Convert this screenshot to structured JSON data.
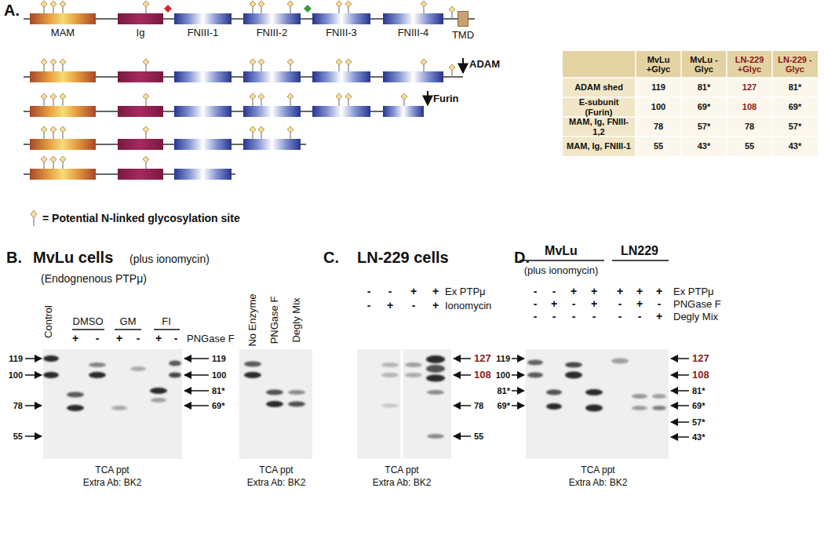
{
  "diagram": {
    "nodes": [
      {
        "text": [
          "MAM"
        ]
      },
      {
        "text": [
          "Ig"
        ]
      },
      {
        "text": [
          "FNIII-1"
        ]
      },
      {
        "text": [
          "FNIII-2"
        ]
      },
      {
        "text": [
          "FNIII-3"
        ]
      },
      {
        "text": [
          "FNIII-4"
        ]
      },
      {
        "text": [
          "TMD"
        ]
      }
    ],
    "labels": [
      "A.",
      "ADAM",
      "Furin",
      "MvLu +Glyc",
      "MvLu -Glyc",
      "LN-229 +Glyc",
      "LN-229 -Glyc",
      "ADAM shed",
      "119",
      "81*",
      "127",
      "81*",
      "E-subunit (Furin)",
      "100",
      "69*",
      "108",
      "69*",
      "MAM, Ig, FNIII-1,2",
      "78",
      "57*",
      "78",
      "57*",
      "MAM, Ig, FNIII-1",
      "55",
      "43*",
      "55",
      "43*",
      "B.",
      "MvLu cells",
      "(plus ionomycin)",
      "(Endognenous PTPμ)",
      "Control",
      "DMSO",
      "GM",
      "FI",
      "+",
      "-",
      "+",
      "-",
      "+",
      "-",
      "PNGase F",
      "No Enzyme",
      "PNGase F",
      "Degly Mix",
      "119",
      "100",
      "78",
      "55",
      "119",
      "100",
      "81*",
      "69*",
      "TCA ppt",
      "Extra Ab: BK2",
      "TCA ppt",
      "Extra Ab: BK2",
      "C.",
      "LN-229 cells",
      "-",
      "-",
      "+",
      "+",
      "Ex PTPμ",
      "-",
      "+",
      "-",
      "+",
      "Ionomycin",
      "127",
      "108",
      "78",
      "55",
      "TCA ppt",
      "Extra Ab: BK2",
      "D.",
      "MvLu",
      "LN229",
      "(plus ionomycin)",
      "-",
      "-",
      "+",
      "+",
      "+",
      "+",
      "+",
      "Ex PTPμ",
      "-",
      "+",
      "-",
      "+",
      "-",
      "+",
      "-",
      "PNGase F",
      "-",
      "-",
      "-",
      "-",
      "-",
      "-",
      "+",
      "Degly Mix",
      "119",
      "100",
      "81*",
      "69*",
      "127",
      "108",
      "81*",
      "69*",
      "57*",
      "43*",
      "TCA ppt",
      "Extra Ab: BK2"
    ],
    "legend": [
      {
        "text": "= Potential N-linked glycosylation site"
      }
    ]
  }
}
